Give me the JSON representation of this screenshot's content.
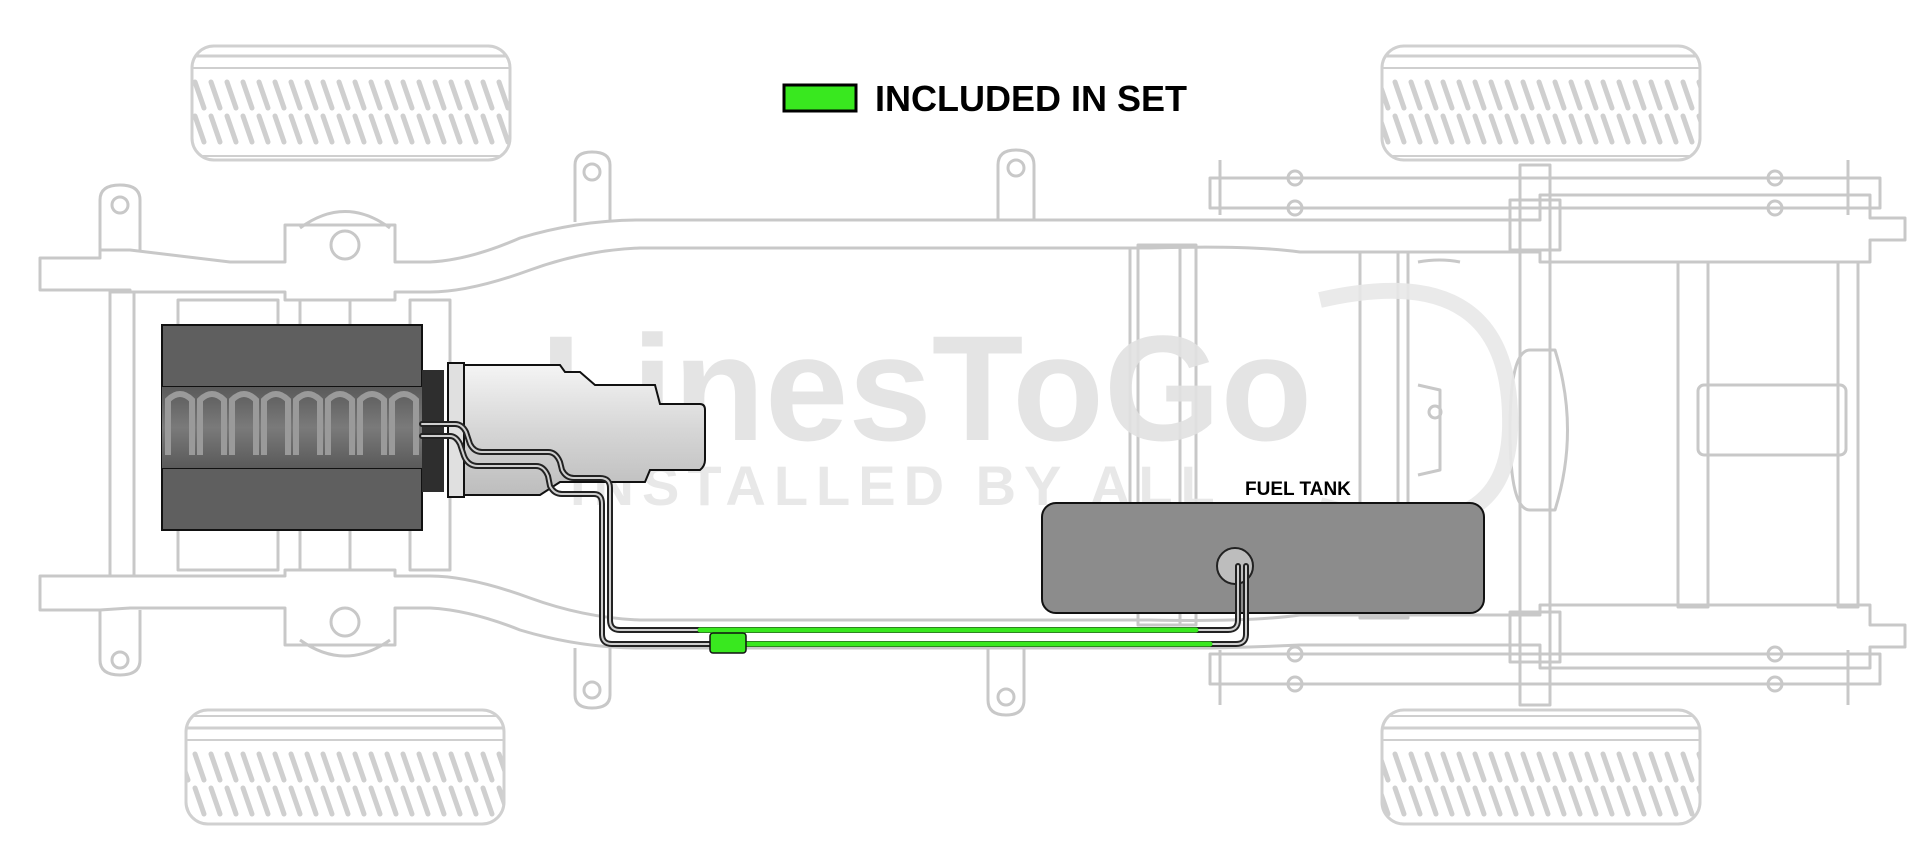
{
  "legend": {
    "label": "INCLUDED IN SET",
    "swatch_color": "#39e81f"
  },
  "labels": {
    "fuel_tank": "FUEL TANK"
  },
  "watermark": {
    "brand": "LinesToGo",
    "tagline": "INSTALLED BY ALL"
  },
  "colors": {
    "frame_outline": "#c8c8c8",
    "included_line": "#39e81f",
    "tank_fill": "#8c8c8c",
    "engine_fill": "#6e6e6e",
    "transmission_fill": "#e6e6e6"
  },
  "icons": {
    "tire": "tire-icon",
    "engine": "engine-icon",
    "fuel_tank": "fuel-tank-icon",
    "fuel_filter": "fuel-filter-icon"
  }
}
